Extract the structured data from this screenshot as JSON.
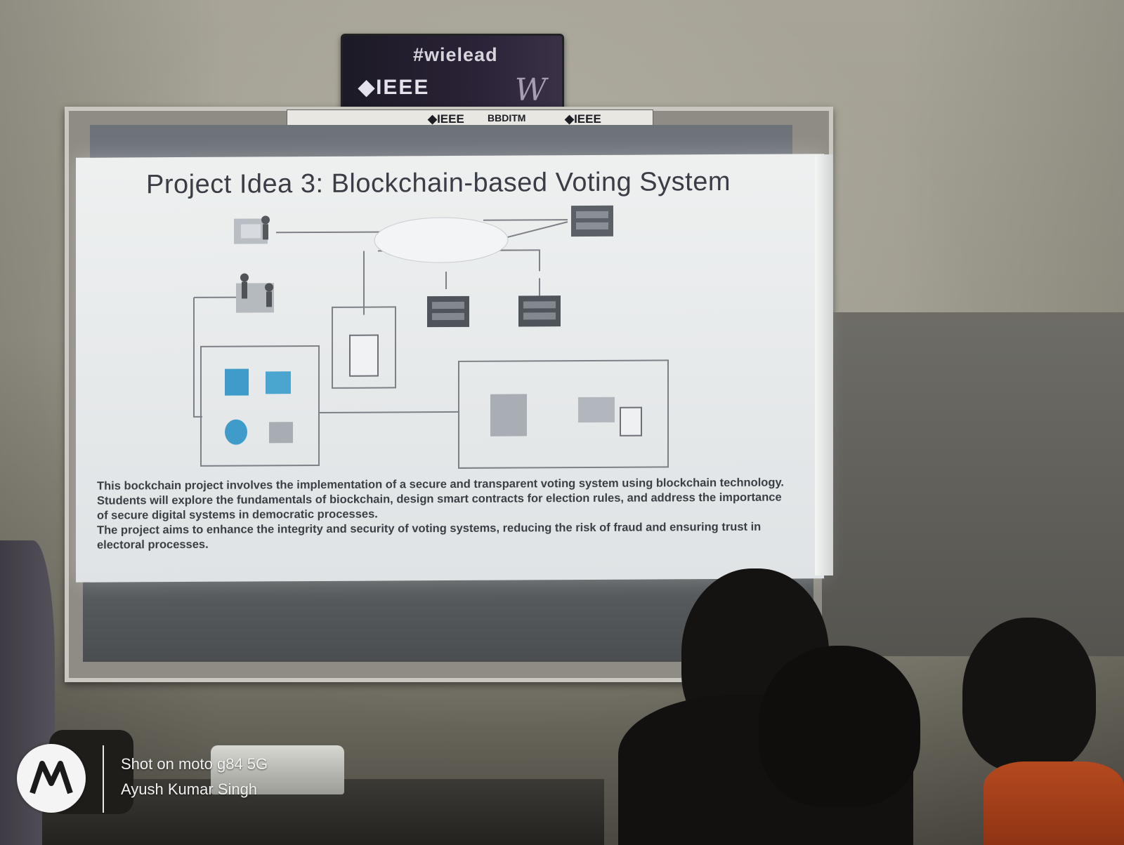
{
  "banner": {
    "hashtag": "#wielead",
    "org": "◆IEEE",
    "signature": "W"
  },
  "strip": {
    "left": "◆IEEE",
    "middle": "BBDITM",
    "right": "◆IEEE"
  },
  "slide": {
    "title": "Project Idea 3: Blockchain-based Voting System",
    "description": [
      "This bockchain project involves the implementation of a secure and transparent voting system using blockchain technology. Students will explore the fundamentals of biockchain, design smart contracts for election rules, and address the importance of secure digital systems in democratic processes.",
      "The project aims to enhance the integrity and security of voting systems, reducing the risk of fraud and ensuring trust in electoral processes."
    ]
  },
  "watermark": {
    "line1": "Shot on moto g84 5G",
    "line2": "Ayush Kumar Singh"
  },
  "colors": {
    "slide_bg": "#e6e9ea",
    "banner_bg": "#1c1a26",
    "accent_blue": "#3f9bc9",
    "node_dark": "#4d5258"
  }
}
